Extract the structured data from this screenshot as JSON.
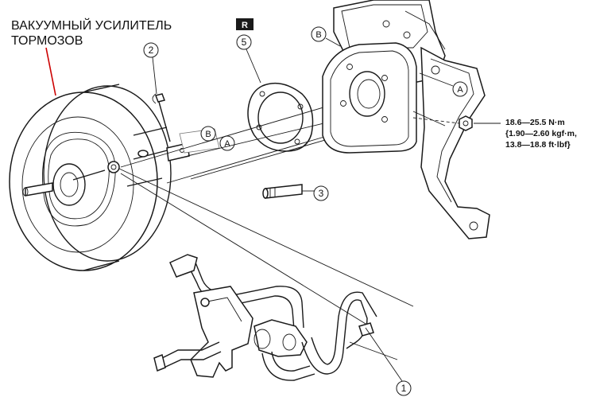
{
  "title": {
    "line1": "ВАКУУМНЫЙ УСИЛИТЕЛЬ",
    "line2": "ТОРМОЗОВ"
  },
  "badge": "R",
  "callouts": [
    "1",
    "2",
    "3",
    "5"
  ],
  "refs": {
    "a": "A",
    "b": "B"
  },
  "torque": {
    "line1": "18.6—25.5 N·m",
    "line2": "{1.90—2.60 kgf·m,",
    "line3": "13.8—18.8 ft·lbf}"
  },
  "colors": {
    "leader": "#cc0000",
    "ink": "#1a1a1a"
  }
}
